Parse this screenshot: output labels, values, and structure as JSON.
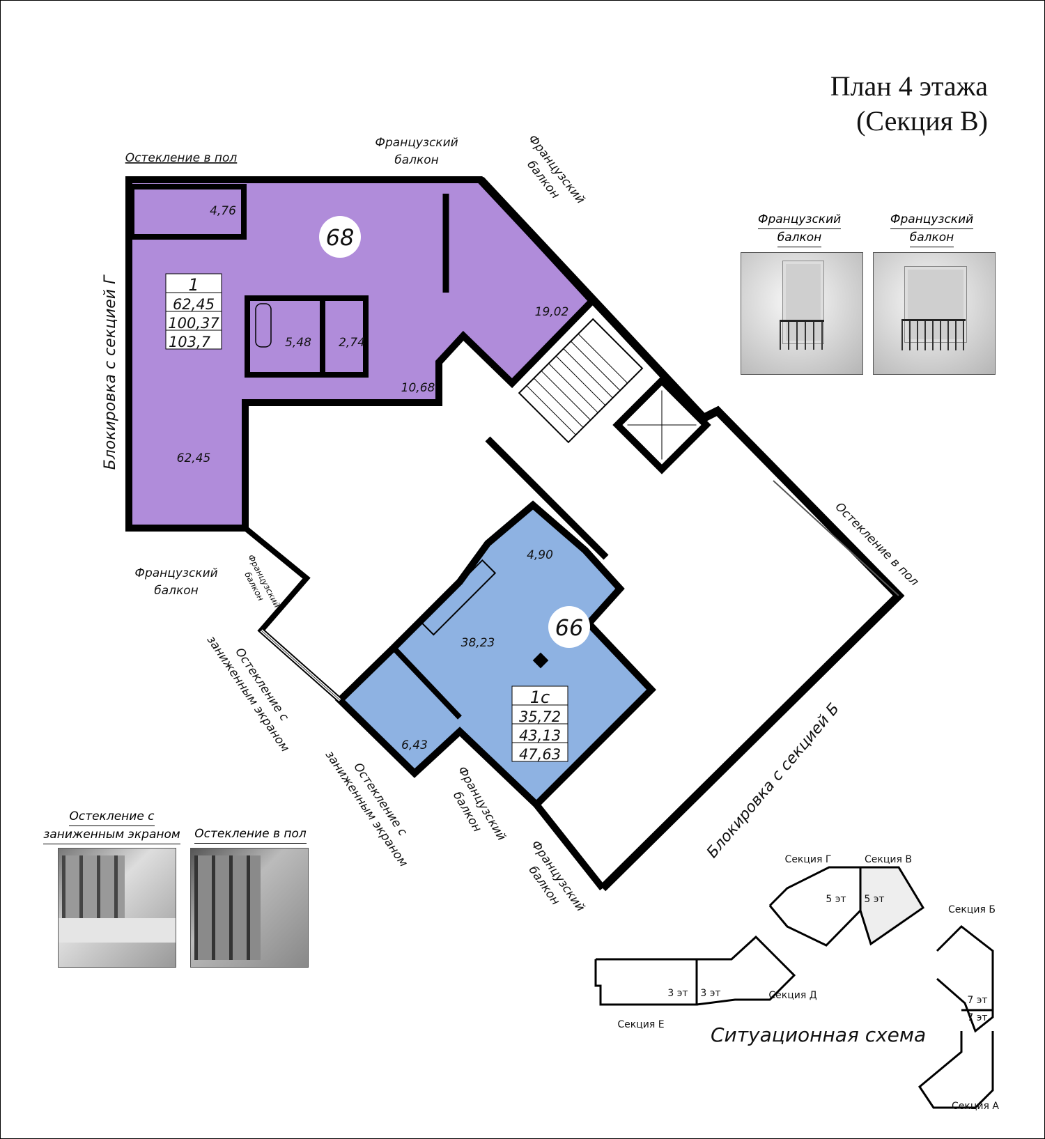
{
  "title": {
    "line1": "План 4 этажа",
    "line2": "(Секция В)"
  },
  "annotations": {
    "glazing_floor_top": "Остекление в пол",
    "french_balcony_top_1": "Французский",
    "french_balcony_top_2": "балкон",
    "french_balcony_diag_1": "Французский",
    "french_balcony_diag_2": "балкон",
    "block_g": "Блокировка с секцией Г",
    "french_balcony_left_1": "Французский",
    "french_balcony_left_2": "балкон",
    "french_balcony_small_1": "Французский",
    "french_balcony_small_2": "балкон",
    "glazing_low_1a": "Остекление с",
    "glazing_low_1b": "заниженным экраном",
    "glazing_low_2a": "Остекление с",
    "glazing_low_2b": "заниженным экраном",
    "french_balcony_bottom_1a": "Французский",
    "french_balcony_bottom_1b": "балкон",
    "french_balcony_bottom_2a": "Французский",
    "french_balcony_bottom_2b": "балкон",
    "glazing_floor_right": "Остекление в пол",
    "block_b": "Блокировка с секцией Б"
  },
  "apartments": [
    {
      "number": "68",
      "type": "1",
      "area_living": "62,45",
      "area_total": "100,37",
      "area_full": "103,7",
      "color": "#b08cda",
      "rooms": [
        "4,76",
        "5,48",
        "2,74",
        "10,68",
        "19,02",
        "62,45"
      ]
    },
    {
      "number": "66",
      "type": "1с",
      "area_living": "35,72",
      "area_total": "43,13",
      "area_full": "47,63",
      "color": "#8eb2e2",
      "rooms": [
        "4,90",
        "38,23",
        "6,43"
      ]
    }
  ],
  "legend": {
    "french_balcony_1": {
      "line1": "Французский",
      "line2": "балкон"
    },
    "french_balcony_2": {
      "line1": "Французский",
      "line2": "балкон"
    },
    "glazing_low": {
      "line1": "Остекление с",
      "line2": "заниженным экраном"
    },
    "glazing_floor": "Остекление в пол"
  },
  "site_scheme": {
    "title": "Ситуационная схема",
    "sections": {
      "g": "Секция Г",
      "v": "Секция В",
      "b": "Секция Б",
      "d": "Секция Д",
      "e": "Секция Е",
      "a": "Секция А"
    },
    "floors": {
      "g": "5 эт",
      "v": "5 эт",
      "e": "3 эт",
      "d": "3 эт",
      "b": "7 эт",
      "a": "7 эт"
    }
  }
}
